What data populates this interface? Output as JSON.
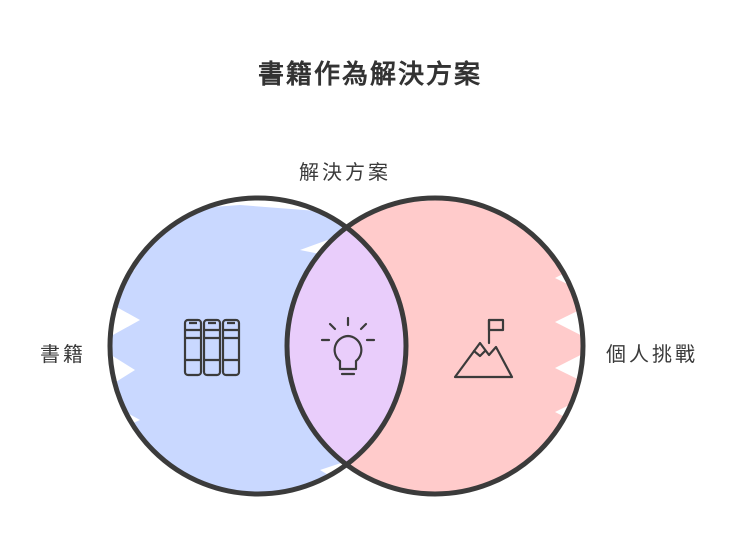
{
  "title": "書籍作為解決方案",
  "sets": {
    "left": {
      "label": "書籍",
      "color": "#c9d8ff",
      "icon": "books-icon"
    },
    "right": {
      "label": "個人挑戰",
      "color": "#ffcbcb",
      "icon": "mountain-flag-icon"
    },
    "intersection": {
      "label": "解決方案",
      "color": "#e9cdfb",
      "icon": "lightbulb-icon"
    }
  },
  "outline_color": "#3b3b3b"
}
